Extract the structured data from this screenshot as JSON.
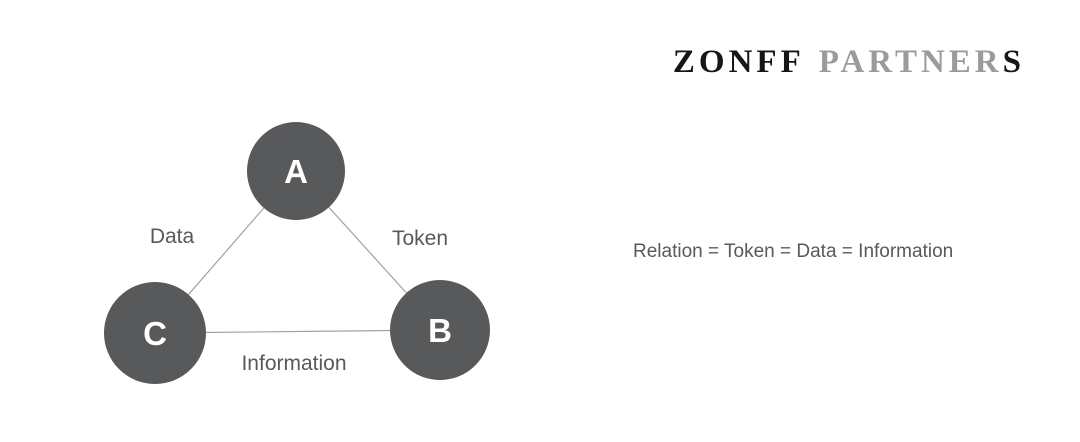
{
  "logo": {
    "primary": "ZONFF",
    "secondary": "PARTNER",
    "accent": "S"
  },
  "diagram": {
    "nodes": [
      {
        "id": "A",
        "label": "A"
      },
      {
        "id": "B",
        "label": "B"
      },
      {
        "id": "C",
        "label": "C"
      }
    ],
    "edges": [
      {
        "from": "A",
        "to": "C",
        "label": "Data"
      },
      {
        "from": "A",
        "to": "B",
        "label": "Token"
      },
      {
        "from": "C",
        "to": "B",
        "label": "Information"
      }
    ],
    "colors": {
      "node_fill": "#58595b",
      "node_label": "#ffffff",
      "edge_line": "#a0a0a0",
      "edge_label": "#595959"
    }
  },
  "caption": {
    "text": "Relation = Token = Data = Information"
  }
}
